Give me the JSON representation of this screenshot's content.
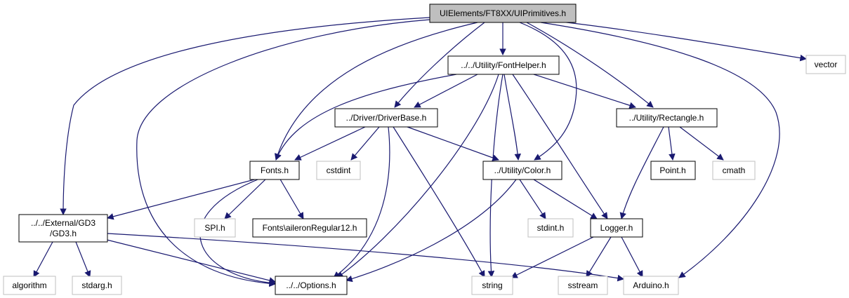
{
  "colors": {
    "edge": "#191970",
    "root_fill": "#bfbfbf",
    "missing_border": "#bfbfbf",
    "node_border": "#000000"
  },
  "nodes": {
    "root": {
      "label": "UIElements/FT8XX/UIPrimitives.h"
    },
    "fonthelper": {
      "label": "../../Utility/FontHelper.h"
    },
    "vector": {
      "label": "vector"
    },
    "driverbase": {
      "label": "../Driver/DriverBase.h"
    },
    "rectangle": {
      "label": "../Utility/Rectangle.h"
    },
    "fonts": {
      "label": "Fonts.h"
    },
    "cstdint": {
      "label": "cstdint"
    },
    "color": {
      "label": "../Utility/Color.h"
    },
    "point": {
      "label": "Point.h"
    },
    "cmath": {
      "label": "cmath"
    },
    "gd3_line1": {
      "label": "../../External/GD3"
    },
    "gd3_line2": {
      "label": "/GD3.h"
    },
    "spi": {
      "label": "SPI.h"
    },
    "aileron": {
      "label": "Fonts\\aileronRegular12.h"
    },
    "stdint": {
      "label": "stdint.h"
    },
    "logger": {
      "label": "Logger.h"
    },
    "algorithm": {
      "label": "algorithm"
    },
    "stdarg": {
      "label": "stdarg.h"
    },
    "options": {
      "label": "../../Options.h"
    },
    "string": {
      "label": "string"
    },
    "sstream": {
      "label": "sstream"
    },
    "arduino": {
      "label": "Arduino.h"
    }
  }
}
